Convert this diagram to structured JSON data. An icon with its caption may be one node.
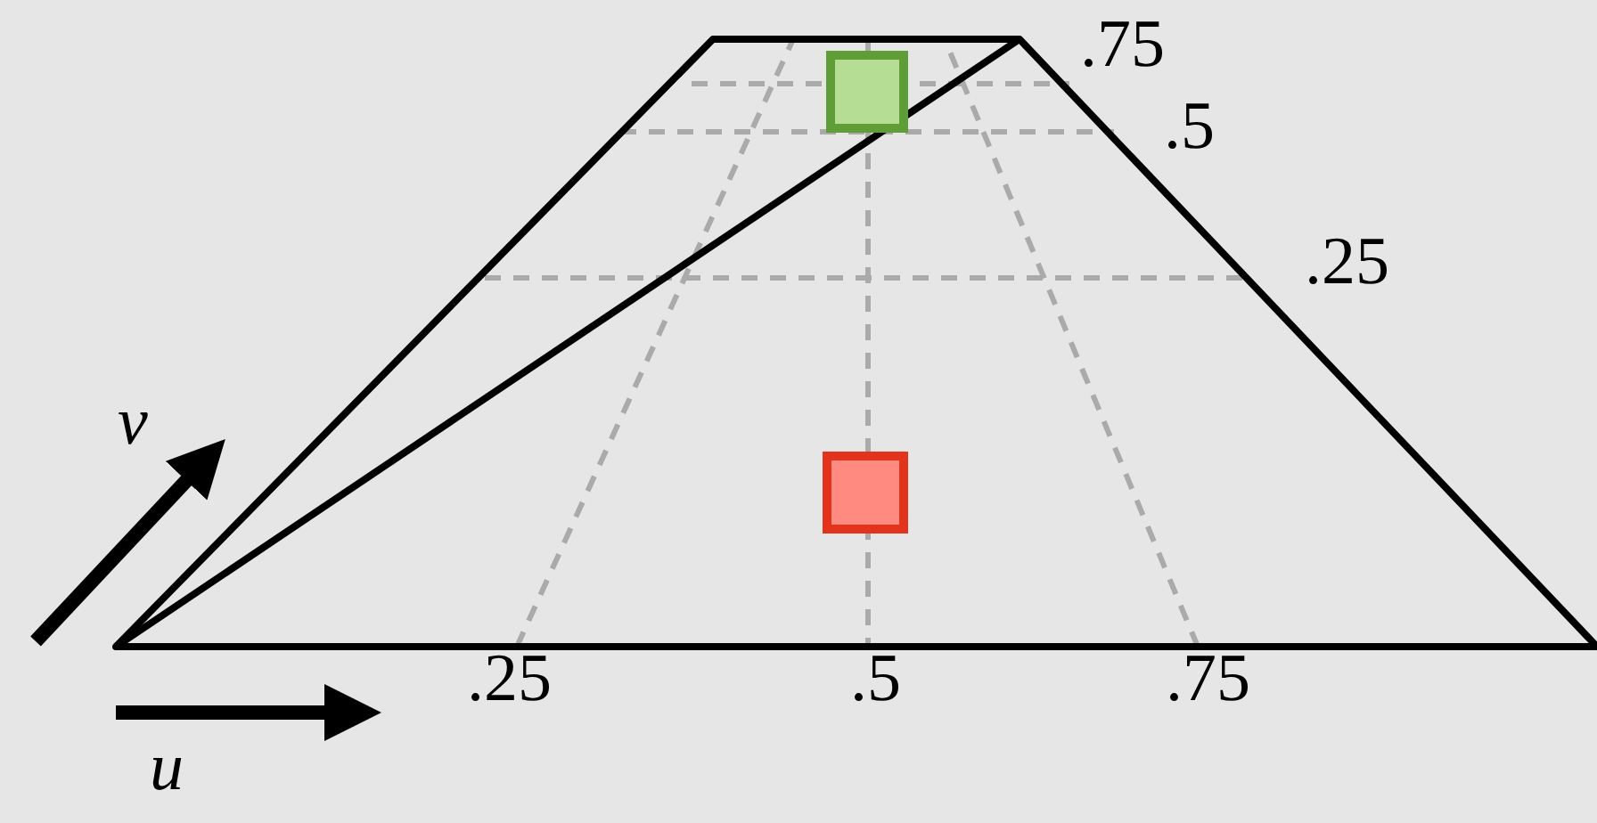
{
  "diagram": {
    "labels": [
      ".75",
      ".5",
      ".25",
      "v",
      ".25",
      ".5",
      ".75",
      "u"
    ]
  }
}
